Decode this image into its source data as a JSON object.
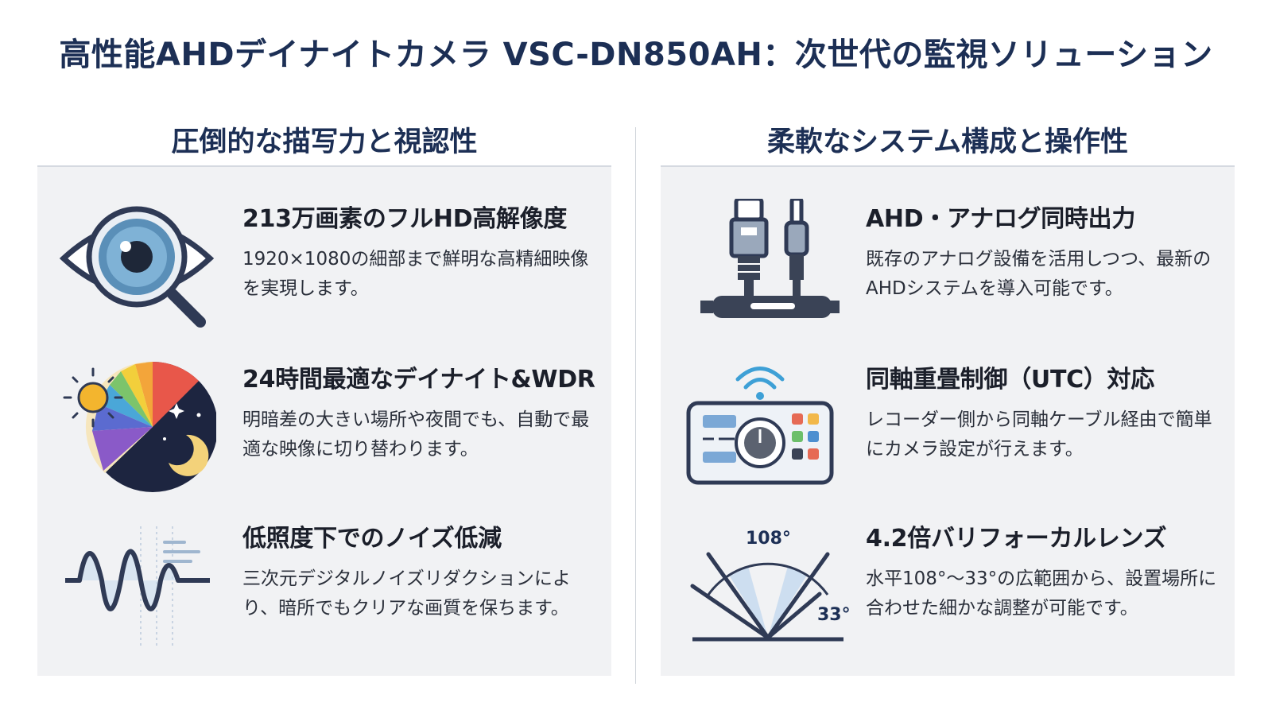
{
  "title": "高性能AHDデイナイトカメラ VSC-DN850AH：次世代の監視ソリューション",
  "left": {
    "heading": "圧倒的な描写力と視認性",
    "features": [
      {
        "title": "213万画素のフルHD高解像度",
        "desc": "1920×1080の細部まで鮮明な高精細映像を実現します。",
        "icon": "eye-magnifier-icon"
      },
      {
        "title": "24時間最適なデイナイト&WDR",
        "desc": "明暗差の大きい場所や夜間でも、自動で最適な映像に切り替わります。",
        "icon": "day-night-icon"
      },
      {
        "title": "低照度下でのノイズ低減",
        "desc": "三次元デジタルノイズリダクションにより、暗所でもクリアな画質を保ちます。",
        "icon": "waveform-icon"
      }
    ]
  },
  "right": {
    "heading": "柔軟なシステム構成と操作性",
    "features": [
      {
        "title": "AHD・アナログ同時出力",
        "desc": "既存のアナログ設備を活用しつつ、最新のAHDシステムを導入可能です。",
        "icon": "dual-connector-icon"
      },
      {
        "title": "同軸重畳制御（UTC）対応",
        "desc": "レコーダー側から同軸ケーブル経由で簡単にカメラ設定が行えます。",
        "icon": "remote-controller-icon"
      },
      {
        "title": "4.2倍バリフォーカルレンズ",
        "desc": "水平108°〜33°の広範囲から、設置場所に合わせた細かな調整が可能です。",
        "icon": "angle-icon",
        "angle_wide": "108°",
        "angle_narrow": "33°"
      }
    ]
  },
  "colors": {
    "navy": "#1c2f55",
    "panel": "#f1f2f4",
    "icon_dark": "#3a4356",
    "icon_light": "#c9dcef"
  }
}
